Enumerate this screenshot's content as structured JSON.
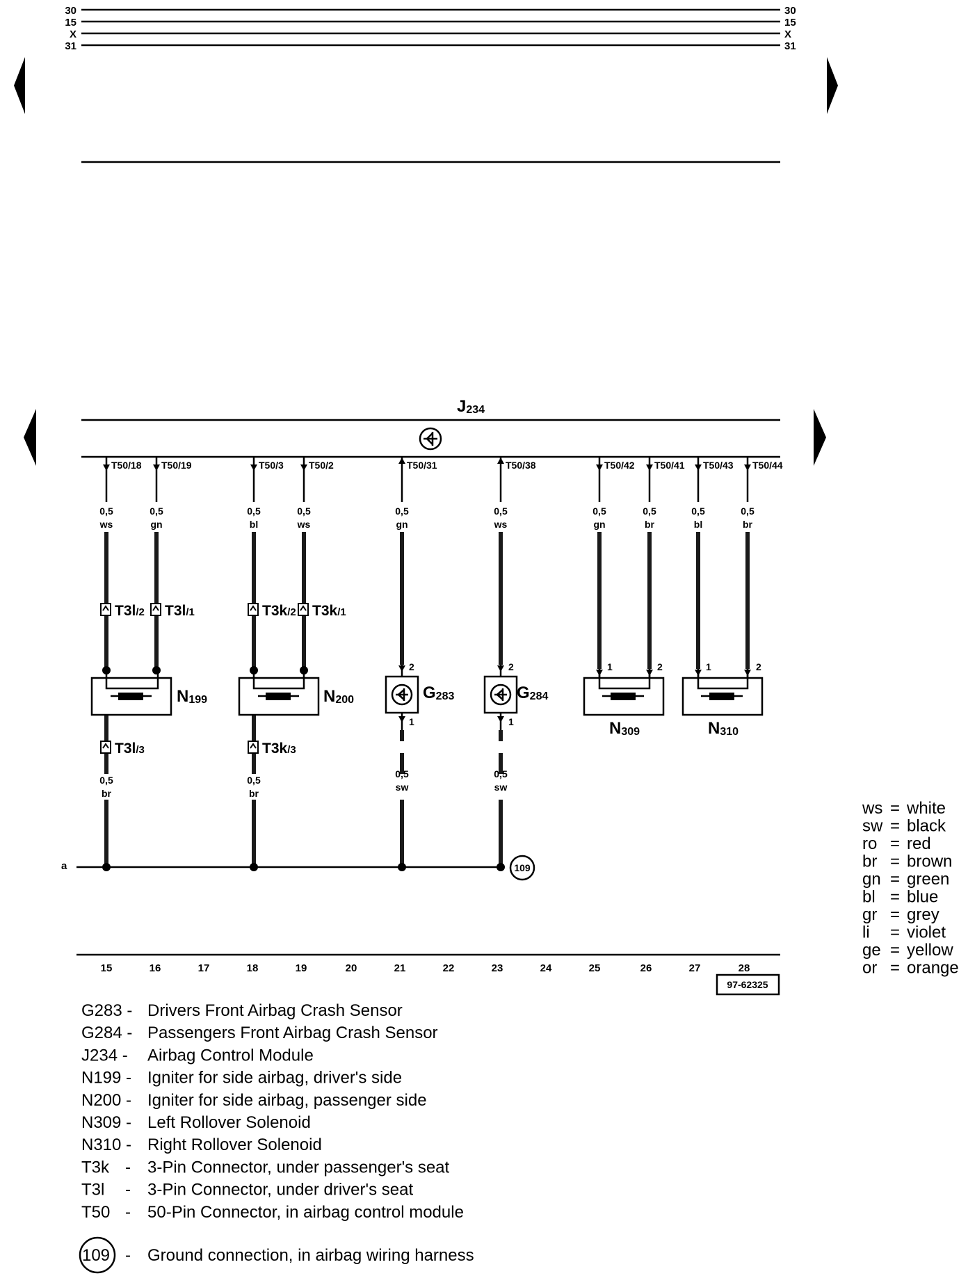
{
  "rails": [
    "30",
    "15",
    "X",
    "31"
  ],
  "module": {
    "name": "J",
    "sub": "234"
  },
  "pins": [
    {
      "label": "T50/18",
      "dir": "down"
    },
    {
      "label": "T50/19",
      "dir": "down"
    },
    {
      "label": "T50/3",
      "dir": "down"
    },
    {
      "label": "T50/2",
      "dir": "down"
    },
    {
      "label": "T50/31",
      "dir": "up"
    },
    {
      "label": "T50/38",
      "dir": "up"
    },
    {
      "label": "T50/42",
      "dir": "down"
    },
    {
      "label": "T50/41",
      "dir": "down"
    },
    {
      "label": "T50/43",
      "dir": "down"
    },
    {
      "label": "T50/44",
      "dir": "down"
    }
  ],
  "wires_upper": [
    {
      "size": "0,5",
      "color": "ws"
    },
    {
      "size": "0,5",
      "color": "gn"
    },
    {
      "size": "0,5",
      "color": "bl"
    },
    {
      "size": "0,5",
      "color": "ws"
    },
    {
      "size": "0,5",
      "color": "gn"
    },
    {
      "size": "0,5",
      "color": "ws"
    },
    {
      "size": "0,5",
      "color": "gn"
    },
    {
      "size": "0,5",
      "color": "br"
    },
    {
      "size": "0,5",
      "color": "bl"
    },
    {
      "size": "0,5",
      "color": "br"
    }
  ],
  "connectors_upper": [
    {
      "name": "T3l",
      "sub": "/2"
    },
    {
      "name": "T3l",
      "sub": "/1"
    },
    {
      "name": "T3k",
      "sub": "/2"
    },
    {
      "name": "T3k",
      "sub": "/1"
    }
  ],
  "sensor_pins": {
    "top": "2",
    "bottom": "1"
  },
  "solenoid_pins": {
    "left": "1",
    "right": "2"
  },
  "components": {
    "n199": {
      "name": "N",
      "sub": "199"
    },
    "n200": {
      "name": "N",
      "sub": "200"
    },
    "g283": {
      "name": "G",
      "sub": "283"
    },
    "g284": {
      "name": "G",
      "sub": "284"
    },
    "n309": {
      "name": "N",
      "sub": "309"
    },
    "n310": {
      "name": "N",
      "sub": "310"
    }
  },
  "connectors_lower": [
    {
      "name": "T3l",
      "sub": "/3"
    },
    {
      "name": "T3k",
      "sub": "/3"
    }
  ],
  "wires_lower": [
    {
      "size": "0,5",
      "color": "br"
    },
    {
      "size": "0,5",
      "color": "br"
    },
    {
      "size": "0,5",
      "color": "sw"
    },
    {
      "size": "0,5",
      "color": "sw"
    }
  ],
  "ground_line_label": "a",
  "ground_number": "109",
  "columns": [
    "15",
    "16",
    "17",
    "18",
    "19",
    "20",
    "21",
    "22",
    "23",
    "24",
    "25",
    "26",
    "27",
    "28"
  ],
  "doc_number": "97-62325",
  "legend": [
    {
      "code": "G283 -",
      "desc": "Drivers Front Airbag Crash Sensor"
    },
    {
      "code": "G284 -",
      "desc": "Passengers Front Airbag Crash Sensor"
    },
    {
      "code": "J234 -",
      "desc": "Airbag Control Module"
    },
    {
      "code": "N199 -",
      "desc": "Igniter for side airbag, driver's side"
    },
    {
      "code": "N200 -",
      "desc": "Igniter for side airbag, passenger side"
    },
    {
      "code": "N309 -",
      "desc": "Left Rollover Solenoid"
    },
    {
      "code": "N310 -",
      "desc": "Right Rollover Solenoid"
    },
    {
      "code": "T3k",
      "desc": "3-Pin Connector, under passenger's seat"
    },
    {
      "code": "T3l",
      "desc": "3-Pin Connector, under driver's seat"
    },
    {
      "code": "T50",
      "desc": "50-Pin Connector, in airbag control module"
    }
  ],
  "legend_dash": "-",
  "ground_legend": {
    "number": "109",
    "dash": "-",
    "desc": "Ground connection, in airbag wiring harness"
  },
  "color_codes": [
    {
      "abbr": "ws",
      "name": "white"
    },
    {
      "abbr": "sw",
      "name": "black"
    },
    {
      "abbr": "ro",
      "name": "red"
    },
    {
      "abbr": "br",
      "name": "brown"
    },
    {
      "abbr": "gn",
      "name": "green"
    },
    {
      "abbr": "bl",
      "name": "blue"
    },
    {
      "abbr": "gr",
      "name": "grey"
    },
    {
      "abbr": "li",
      "name": "violet"
    },
    {
      "abbr": "ge",
      "name": "yellow"
    },
    {
      "abbr": "or",
      "name": "orange"
    }
  ],
  "color_eq": "="
}
